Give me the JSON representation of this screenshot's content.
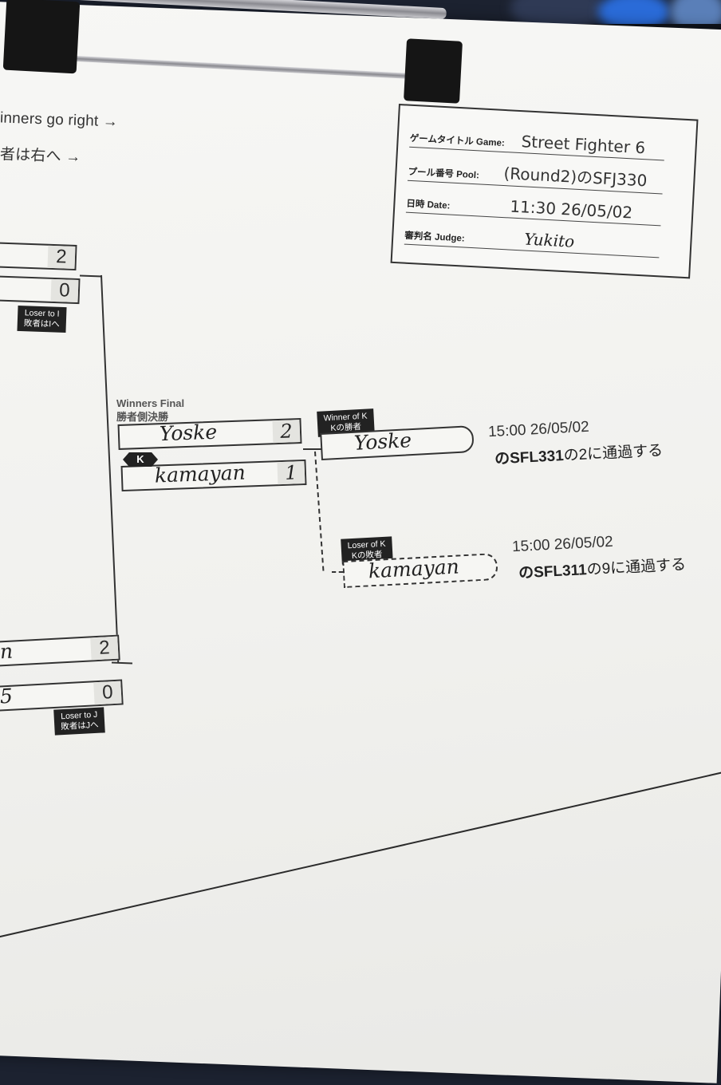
{
  "instructions": {
    "en": "inners go right →",
    "jp": "者は右へ →"
  },
  "info_box": {
    "game_label": "ゲームタイトル Game:",
    "game_value": "Street Fighter 6",
    "pool_label": "プール番号 Pool:",
    "pool_value": "(Round2)のSFJ330",
    "date_label": "日時 Date:",
    "date_value": "11:30 26/05/02",
    "judge_label": "審判名 Judge:",
    "judge_value": "Yukito"
  },
  "left_matches": {
    "match_i": {
      "top_score": "2",
      "bottom_score": "0",
      "loser_tag_en": "Loser to I",
      "loser_tag_jp": "敗者はIへ"
    },
    "match_j": {
      "top_score": "2",
      "bottom_score": "0",
      "top_name_fragment": "n",
      "bottom_name_fragment": "5",
      "loser_tag_en": "Loser to J",
      "loser_tag_jp": "敗者はJへ"
    }
  },
  "winners_final": {
    "title_en": "Winners Final",
    "title_jp": "勝者側決勝",
    "match_letter": "K",
    "player1_name": "Yoske",
    "player1_score": "2",
    "player2_name": "kamayan",
    "player2_score": "1"
  },
  "winner_of_k": {
    "tag_en": "Winner of K",
    "tag_jp": "Kの勝者",
    "name": "Yoske",
    "time": "15:00 26/05/02",
    "advance_bold": "のSFL331",
    "advance_text": "の2に通過する"
  },
  "loser_of_k": {
    "tag_en": "Loser of K",
    "tag_jp": "Kの敗者",
    "name": "kamayan",
    "time": "15:00 26/05/02",
    "advance_bold": "のSFL311",
    "advance_text": "の9に通過する"
  }
}
